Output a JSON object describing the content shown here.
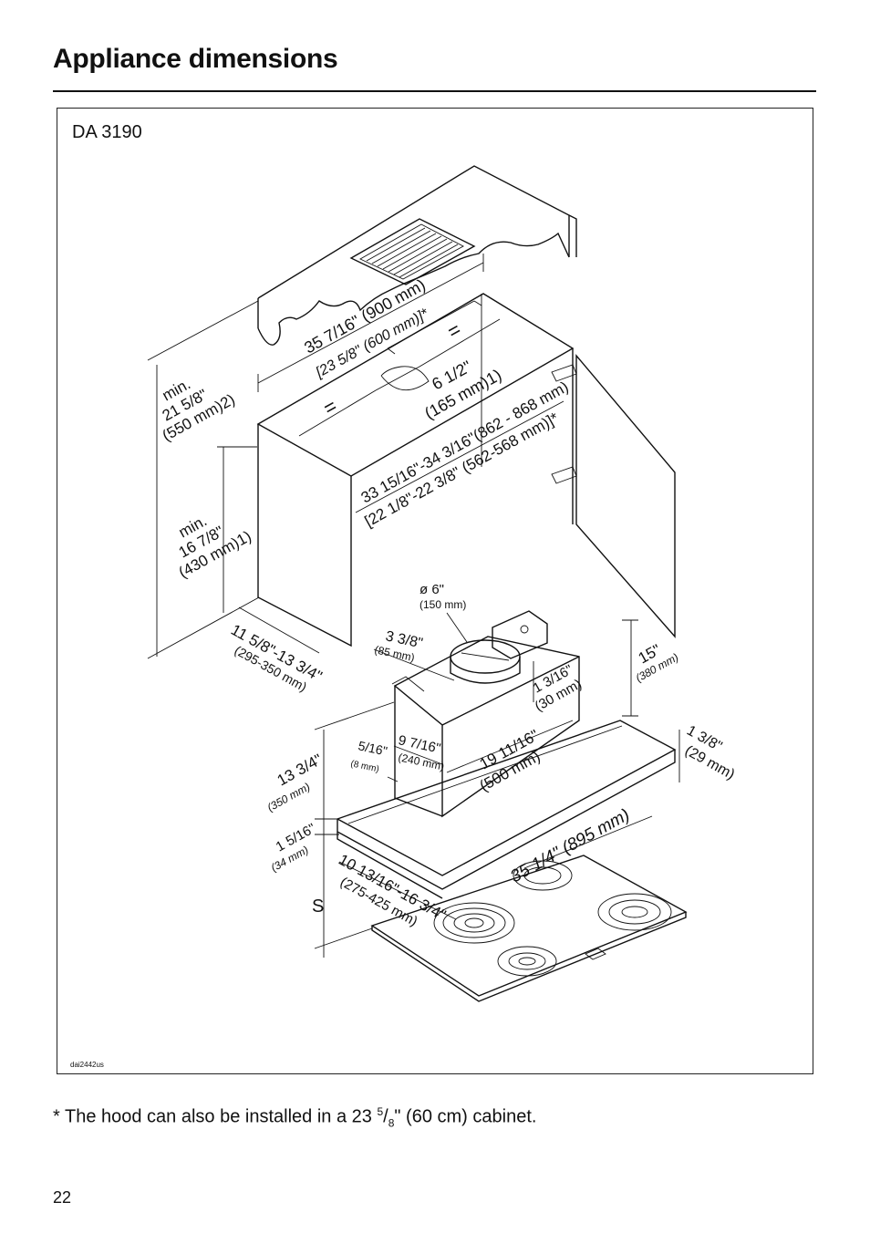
{
  "page": {
    "title": "Appliance dimensions",
    "model": "DA 3190",
    "drawing_code": "dai2442us",
    "footnote_main": "* The hood can also be installed in a 23 ",
    "footnote_sup": "5",
    "footnote_slash": "/",
    "footnote_sub": "8",
    "footnote_end": "\" (60 cm) cabinet.",
    "page_number": "22"
  },
  "dims": {
    "cab_width": "35 7/16\" (900 mm)",
    "cab_width_alt": "[23 5/8\" (600 mm)]*",
    "equal_right": "=",
    "equal_left": "=",
    "duct_offset": "6 1/2\"",
    "duct_offset_mm": "(165 mm)1)",
    "inner_width": "33 15/16\"-34 3/16\"(862 - 868 mm)",
    "inner_width_alt": "[22 1/8\"-22 3/8\" (562-568 mm)]*",
    "min_height_a": "min.",
    "min_height_a_in": "21 5/8\"",
    "min_height_a_mm": "(550 mm)2)",
    "min_height_b": "min.",
    "min_height_b_in": "16 7/8\"",
    "min_height_b_mm": "(430 mm)1)",
    "cab_depth": "11 5/8\"-13 3/4\"",
    "cab_depth_mm": "(295-350 mm)",
    "duct_dia": "ø 6\"",
    "duct_dia_mm": "(150 mm)",
    "chimney_offset": "3 3/8\"",
    "chimney_offset_mm": "(85 mm)",
    "bracket_height": "1 3/16\"",
    "bracket_height_mm": "(30 mm)",
    "top_height": "15\"",
    "top_height_mm": "(380 mm)",
    "gap": "5/16\"",
    "gap_mm": "(8 mm)",
    "chimney_depth": "9 7/16\"",
    "chimney_depth_mm": "(240 mm)",
    "hood_mid": "19 11/16\"",
    "hood_mid_mm": "(500 mm)",
    "canopy_thk": "1 3/8\"",
    "canopy_thk_mm": "(29 mm)",
    "hood_body_h": "13 3/4\"",
    "hood_body_h_mm": "(350 mm)",
    "front_thk": "1 5/16\"",
    "front_thk_mm": "(34 mm)",
    "hood_width": "35 1/4\" (895 mm)",
    "hood_depth": "10 13/16\"-16 3/4\"",
    "hood_depth_mm": "(275-425 mm)",
    "safety_distance": "S"
  }
}
